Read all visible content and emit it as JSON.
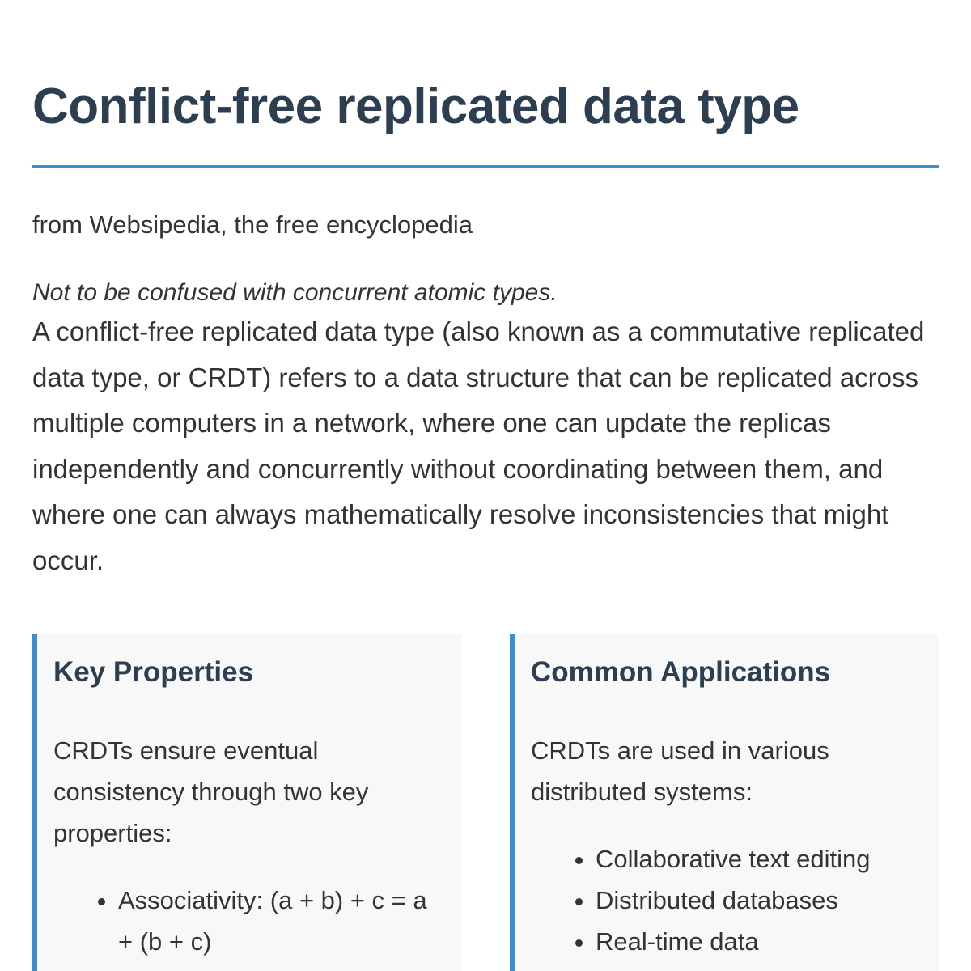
{
  "article": {
    "title": "Conflict-free replicated data type",
    "byline": "from Websipedia, the free encyclopedia",
    "hatnote": "Not to be confused with concurrent atomic types.",
    "lead": "A conflict-free replicated data type (also known as a commutative replicated data type, or CRDT) refers to a data structure that can be replicated across multiple computers in a network, where one can update the replicas independently and concurrently without coordinating between them, and where one can always mathematically resolve inconsistencies that might occur."
  },
  "cards": {
    "key_properties": {
      "title": "Key Properties",
      "text": "CRDTs ensure eventual consistency through two key properties:",
      "items": [
        "Associativity: (a + b) + c = a + (b + c)"
      ]
    },
    "applications": {
      "title": "Common Applications",
      "text": "CRDTs are used in various distributed systems:",
      "items": [
        "Collaborative text editing",
        "Distributed databases",
        "Real-time data"
      ]
    }
  },
  "colors": {
    "accent": "#3a8fcf",
    "heading": "#2c3e50",
    "text": "#333333",
    "card_background": "#f8f8f8"
  }
}
